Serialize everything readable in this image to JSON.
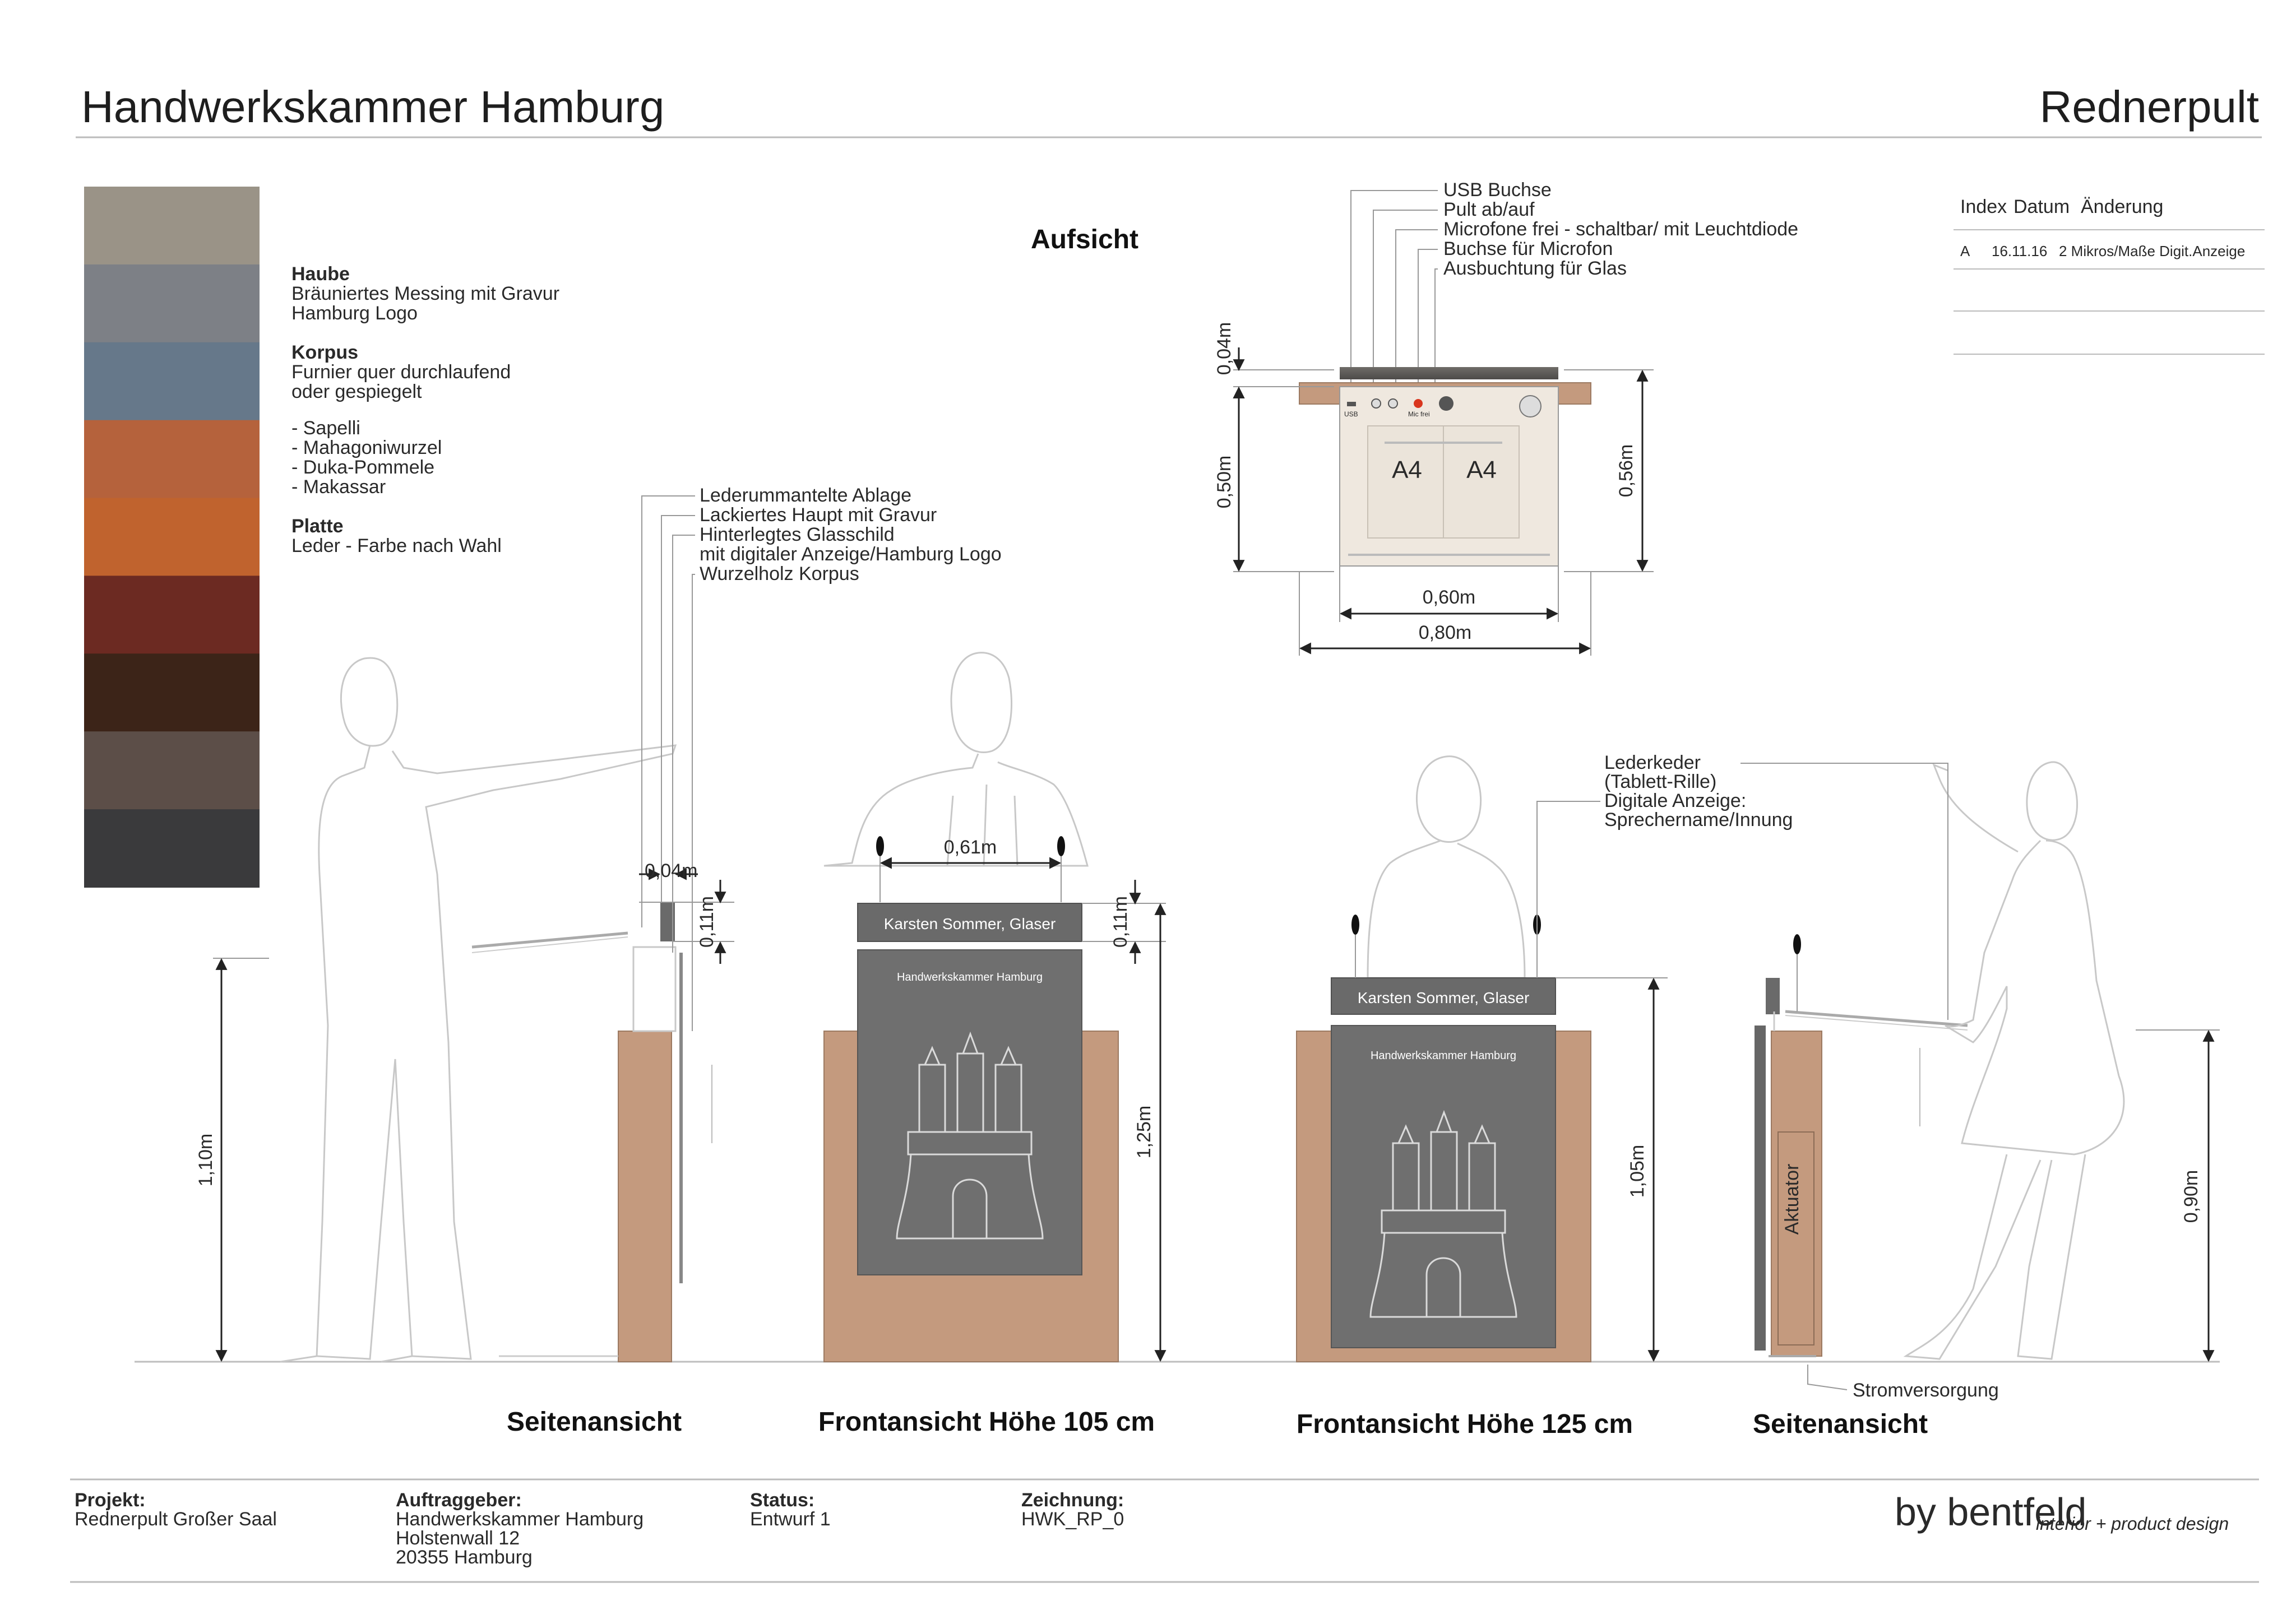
{
  "header": {
    "title_left": "Handwerkskammer Hamburg",
    "title_right": "Rednerpult"
  },
  "materials": {
    "haube_title": "Haube",
    "haube_lines": [
      "Bräuniertes Messing mit Gravur",
      "Hamburg Logo"
    ],
    "korpus_title": "Korpus",
    "korpus_lines": [
      "Furnier quer durchlaufend",
      "oder gespiegelt"
    ],
    "wood_list": [
      "- Sapelli",
      "- Mahagoniwurzel",
      "- Duka-Pommele",
      "- Makassar"
    ],
    "platte_title": "Platte",
    "platte_lines": [
      "Leder - Farbe nach Wahl"
    ],
    "swatch_colors": [
      "#9a9387",
      "#7d8086",
      "#66788a",
      "#b5623c",
      "#c0632e",
      "#6c2a22",
      "#3c2418",
      "#5c4e48",
      "#3a3a3c"
    ]
  },
  "top_view": {
    "title": "Aufsicht",
    "callouts": [
      "USB Buchse",
      "Pult ab/auf",
      "Microfone frei - schaltbar/ mit Leuchtdiode",
      "Buchse für Microfon",
      "Ausbuchtung für Glas"
    ],
    "paper_labels": [
      "A4",
      "A4"
    ],
    "icon_labels": [
      "USB",
      "Mic frei"
    ],
    "dims": {
      "top": "0,04m",
      "depth": "0,50m",
      "total": "0,56m",
      "inner_width": "0,60m",
      "outer_width": "0,80m"
    }
  },
  "revision": {
    "headers": [
      "Index",
      "Datum",
      "Änderung"
    ],
    "rows": [
      {
        "index": "A",
        "date": "16.11.16",
        "change": "2 Mikros/Maße Digit.Anzeige"
      }
    ]
  },
  "side_left": {
    "callouts": [
      "Lederummantelte Ablage",
      "Lackiertes Haupt mit Gravur",
      "Hinterlegtes Glasschild",
      "mit digitaler Anzeige/Hamburg Logo",
      "Wurzelholz Korpus"
    ],
    "dims": {
      "thickness": "0,04m",
      "head": "0,11m",
      "height": "1,10m"
    },
    "title": "Seitenansicht"
  },
  "front_105": {
    "nameplate": "Karsten Sommer, Glaser",
    "panel_text": "Handwerkskammer Hamburg",
    "dims": {
      "width": "0,61m",
      "head": "0,11m",
      "height": "1,25m"
    },
    "title": "Frontansicht Höhe 105 cm"
  },
  "front_125": {
    "nameplate": "Karsten Sommer, Glaser",
    "panel_text": "Handwerkskammer Hamburg",
    "dims": {
      "height": "1,05m"
    },
    "title": "Frontansicht Höhe 125 cm"
  },
  "side_right": {
    "callouts": [
      "Lederkeder",
      "(Tablett-Rille)",
      "Digitale Anzeige:",
      "Sprechername/Innung"
    ],
    "actuator": "Aktuator",
    "power": "Stromversorgung",
    "dims": {
      "height": "0,90m"
    },
    "title": "Seitenansicht"
  },
  "footer": {
    "projekt_label": "Projekt:",
    "projekt_value": "Rednerpult Großer Saal",
    "auftraggeber_label": "Auftraggeber:",
    "auftraggeber_lines": [
      "Handwerkskammer Hamburg",
      "Holstenwall 12",
      "20355 Hamburg"
    ],
    "status_label": "Status:",
    "status_value": "Entwurf 1",
    "zeichnung_label": "Zeichnung:",
    "zeichnung_value": "HWK_RP_0",
    "brand": "by bentfeld",
    "brand_sub": "interior + product design",
    "brand_sub_color": "#e0432a"
  }
}
